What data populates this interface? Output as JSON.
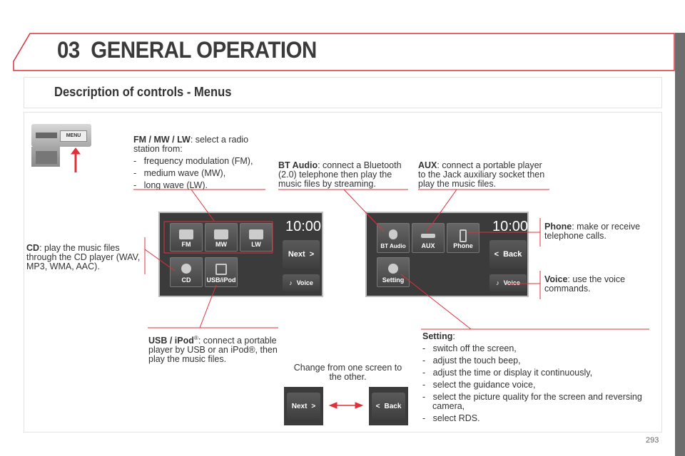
{
  "header": {
    "chapter_number": "03",
    "chapter_title": "GENERAL OPERATION",
    "section_title": "Description of controls - Menus"
  },
  "menu_button": {
    "label": "MENU"
  },
  "descriptions": {
    "fm": {
      "bold": "FM / MW / LW",
      "text": ": select a radio station from:",
      "items": [
        "frequency modulation (FM),",
        "medium wave (MW),",
        "long wave (LW)."
      ]
    },
    "bt": {
      "bold": "BT Audio",
      "text": ": connect a Bluetooth (2.0) telephone then play the music files by streaming."
    },
    "aux": {
      "bold": "AUX",
      "text": ": connect a portable player to the Jack auxiliary socket then play the music files."
    },
    "cd": {
      "bold": "CD",
      "text": ": play the music files through the CD player (WAV, MP3, WMA, AAC)."
    },
    "phone": {
      "bold": "Phone",
      "text": ": make or receive telephone calls."
    },
    "voice": {
      "bold": "Voice",
      "text": ": use the voice commands."
    },
    "usb": {
      "bold": "USB / iPod",
      "sup": "®",
      "text": ": connect a portable player by USB or an iPod®, then play the music files."
    },
    "setting": {
      "bold": "Setting",
      "text": ":",
      "items": [
        "switch off the screen,",
        "adjust the touch beep,",
        "adjust the time or display it continuously,",
        "select the guidance voice,",
        "select the picture quality for the screen and reversing camera,",
        "select RDS."
      ]
    },
    "change": {
      "text": "Change from one screen to the other."
    }
  },
  "screen1": {
    "clock": "10:00",
    "tiles": [
      "FM",
      "MW",
      "LW",
      "CD",
      "USB/iPod"
    ],
    "next": "Next",
    "voice": "Voice"
  },
  "screen2": {
    "clock": "10:00",
    "tiles": [
      "BT Audio",
      "AUX",
      "Phone",
      "Setting"
    ],
    "back": "Back",
    "voice": "Voice"
  },
  "bottom": {
    "next": "Next",
    "back": "Back"
  },
  "page_number": "293",
  "colors": {
    "accent": "#e0303a"
  }
}
